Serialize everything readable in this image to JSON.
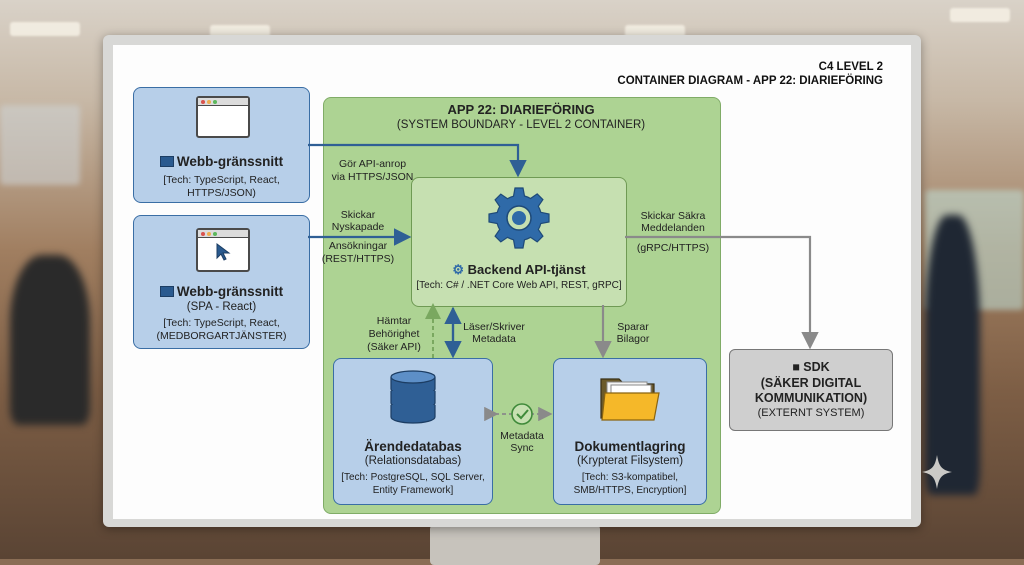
{
  "header": {
    "level": "C4 LEVEL 2",
    "title": "CONTAINER DIAGRAM - APP 22: DIARIEFÖRING"
  },
  "boundary": {
    "title": "APP 22: DIARIEFÖRING",
    "subtitle": "(SYSTEM BOUNDARY - LEVEL 2 CONTAINER)"
  },
  "web_ui_1": {
    "name": "Webb-gränssnitt",
    "tech_line1": "[Tech: TypeScript, React,",
    "tech_line2": "HTTPS/JSON)"
  },
  "web_ui_2": {
    "name": "Webb-gränssnitt",
    "sub": "(SPA - React)",
    "tech_line1": "[Tech: TypeScript, React,",
    "tech_line2": "(MEDBORGARTJÄNSTER)"
  },
  "backend": {
    "name": "Backend API-tjänst",
    "tech": "[Tech: C# / .NET Core Web API, REST, gRPC]"
  },
  "case_db": {
    "name": "Ärendedatabas",
    "sub": "(Relationsdatabas)",
    "tech_line1": "[Tech: PostgreSQL, SQL Server,",
    "tech_line2": "Entity Framework]"
  },
  "doc_storage": {
    "name": "Dokumentlagring",
    "sub": "(Krypterat Filsystem)",
    "tech_line1": "[Tech: S3-kompatibel,",
    "tech_line2": "SMB/HTTPS, Encryption]"
  },
  "sdk": {
    "name": "■ SDK",
    "line1": "(SÄKER DIGITAL",
    "line2": "KOMMUNIKATION)",
    "line3": "(EXTERNT SYSTEM)"
  },
  "edges": {
    "api_call": {
      "line1": "Gör API-anrop",
      "line2": "via HTTPS/JSON"
    },
    "send_apps": {
      "line1": "Skickar",
      "line2": "Nyskapade",
      "line3": "Ansökningar",
      "line4": "(REST/HTTPS)"
    },
    "secure_msg": {
      "line1": "Skickar Säkra",
      "line2": "Meddelanden",
      "line3": "(gRPC/HTTPS)"
    },
    "fetch_perm": {
      "line1": "Hämtar",
      "line2": "Behörighet",
      "line3": "(Säker API)"
    },
    "read_write": {
      "line1": "Läser/Skriver",
      "line2": "Metadata"
    },
    "save_att": {
      "line1": "Sparar",
      "line2": "Bilagor"
    },
    "meta_sync": {
      "line1": "Metadata",
      "line2": "Sync"
    }
  },
  "colors": {
    "boundary_fill": "#a9d18e",
    "container_fill": "#b7cfe9",
    "container_border": "#3a6ea5",
    "external_fill": "#cfcfcf",
    "arrow_blue": "#2f5f95",
    "arrow_grey": "#8a8a8a"
  },
  "icons": [
    "monitor-icon",
    "browser-window-icon",
    "cursor-icon",
    "gear-icon",
    "database-icon",
    "folder-icon",
    "check-circle-icon",
    "sparkle-icon"
  ]
}
